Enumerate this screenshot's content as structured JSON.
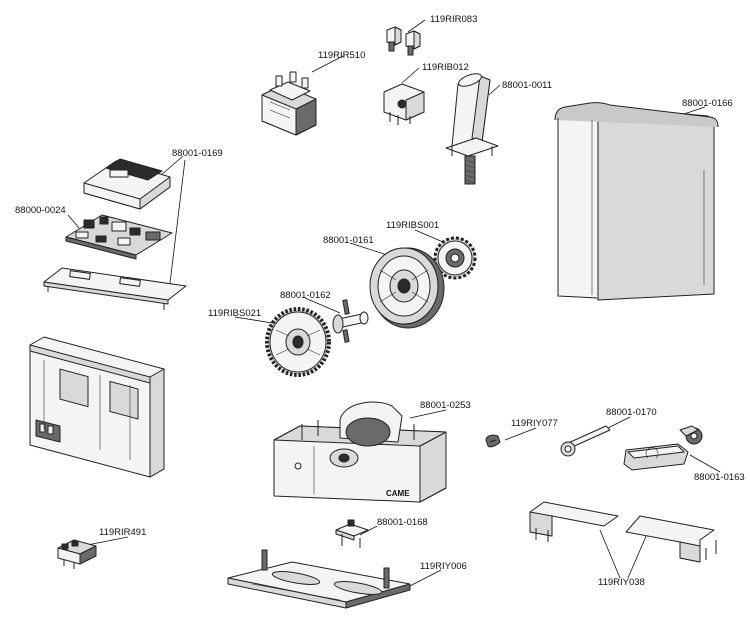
{
  "parts": [
    {
      "id": "p1",
      "code": "119RIR083"
    },
    {
      "id": "p2",
      "code": "119RIR510"
    },
    {
      "id": "p3",
      "code": "119RIB012"
    },
    {
      "id": "p4",
      "code": "88001-0011"
    },
    {
      "id": "p5",
      "code": "88001-0166"
    },
    {
      "id": "p6",
      "code": "88001-0169"
    },
    {
      "id": "p7",
      "code": "88000-0024"
    },
    {
      "id": "p8",
      "code": "119RIBS001"
    },
    {
      "id": "p9",
      "code": "88001-0161"
    },
    {
      "id": "p10",
      "code": "88001-0162"
    },
    {
      "id": "p11",
      "code": "119RIBS021"
    },
    {
      "id": "p12",
      "code": "88001-0253"
    },
    {
      "id": "p13",
      "code": "119RIY077"
    },
    {
      "id": "p14",
      "code": "88001-0170"
    },
    {
      "id": "p15",
      "code": "88001-0163"
    },
    {
      "id": "p16",
      "code": "88001-0168"
    },
    {
      "id": "p17",
      "code": "119RIR491"
    },
    {
      "id": "p18",
      "code": "119RIY006"
    },
    {
      "id": "p19",
      "code": "119RIY038"
    }
  ],
  "brand_mark": "CAME"
}
